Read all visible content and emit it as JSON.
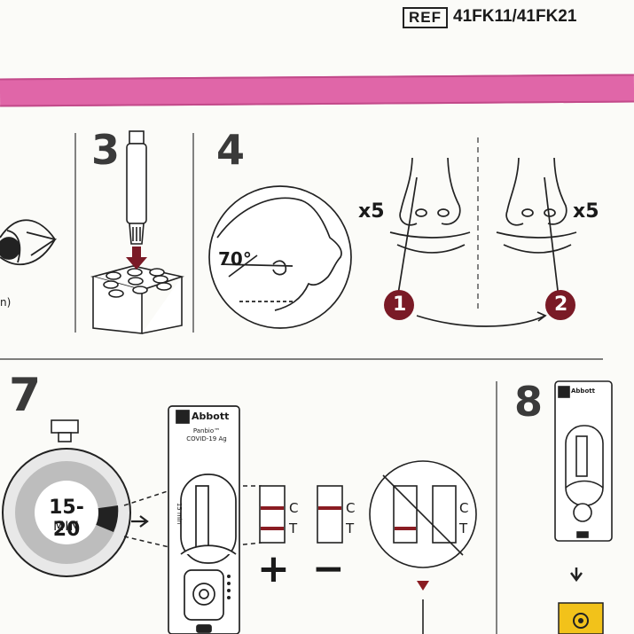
{
  "header": {
    "ref_label": "REF",
    "ref_code": "41FK11/41FK21"
  },
  "steps": {
    "step3": {
      "number": "3"
    },
    "step4": {
      "number": "4",
      "angle": "70°",
      "repeat_left": "x5",
      "repeat_right": "x5",
      "nostril_1": "1",
      "nostril_2": "2"
    },
    "step7": {
      "number": "7",
      "time": "15-20",
      "unit": "MIN",
      "device_brand": "Abbott",
      "device_product": "Panbio™",
      "device_test": "COVID-19 Ag",
      "device_mark": "15 min",
      "line_c": "C",
      "line_t": "T",
      "positive": "+",
      "negative": "−"
    },
    "step8": {
      "number": "8",
      "device_brand": "Abbott"
    }
  },
  "left_fragment": "n)",
  "colors": {
    "band": "#e066a8",
    "badge": "#7a1a26",
    "result_line": "#8a1c22",
    "biohazard": "#f2c21a"
  }
}
